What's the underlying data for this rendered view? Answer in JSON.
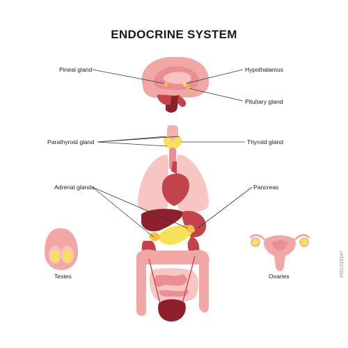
{
  "title": "ENDOCRINE SYSTEM",
  "labels": {
    "pineal_gland": "Pineal gland",
    "hypothalamus": "Hypothalamus",
    "pituitary_gland": "Pituitary gland",
    "parathyroid_gland": "Parathyroid gland",
    "thyroid_gland": "Thyroid gland",
    "adrenal_glands": "Adrenal glands",
    "pancreas": "Pancreas",
    "testes": "Testes",
    "ovaries": "Ovaries"
  },
  "watermark": "#501216147",
  "colors": {
    "organ_pink": "#f1a7a5",
    "organ_light": "#f7c6c2",
    "organ_dark": "#c2444b",
    "organ_deep": "#8e1f2c",
    "gland_yellow": "#f6e15a",
    "gland_orange": "#f2c14b",
    "line": "#333333"
  }
}
